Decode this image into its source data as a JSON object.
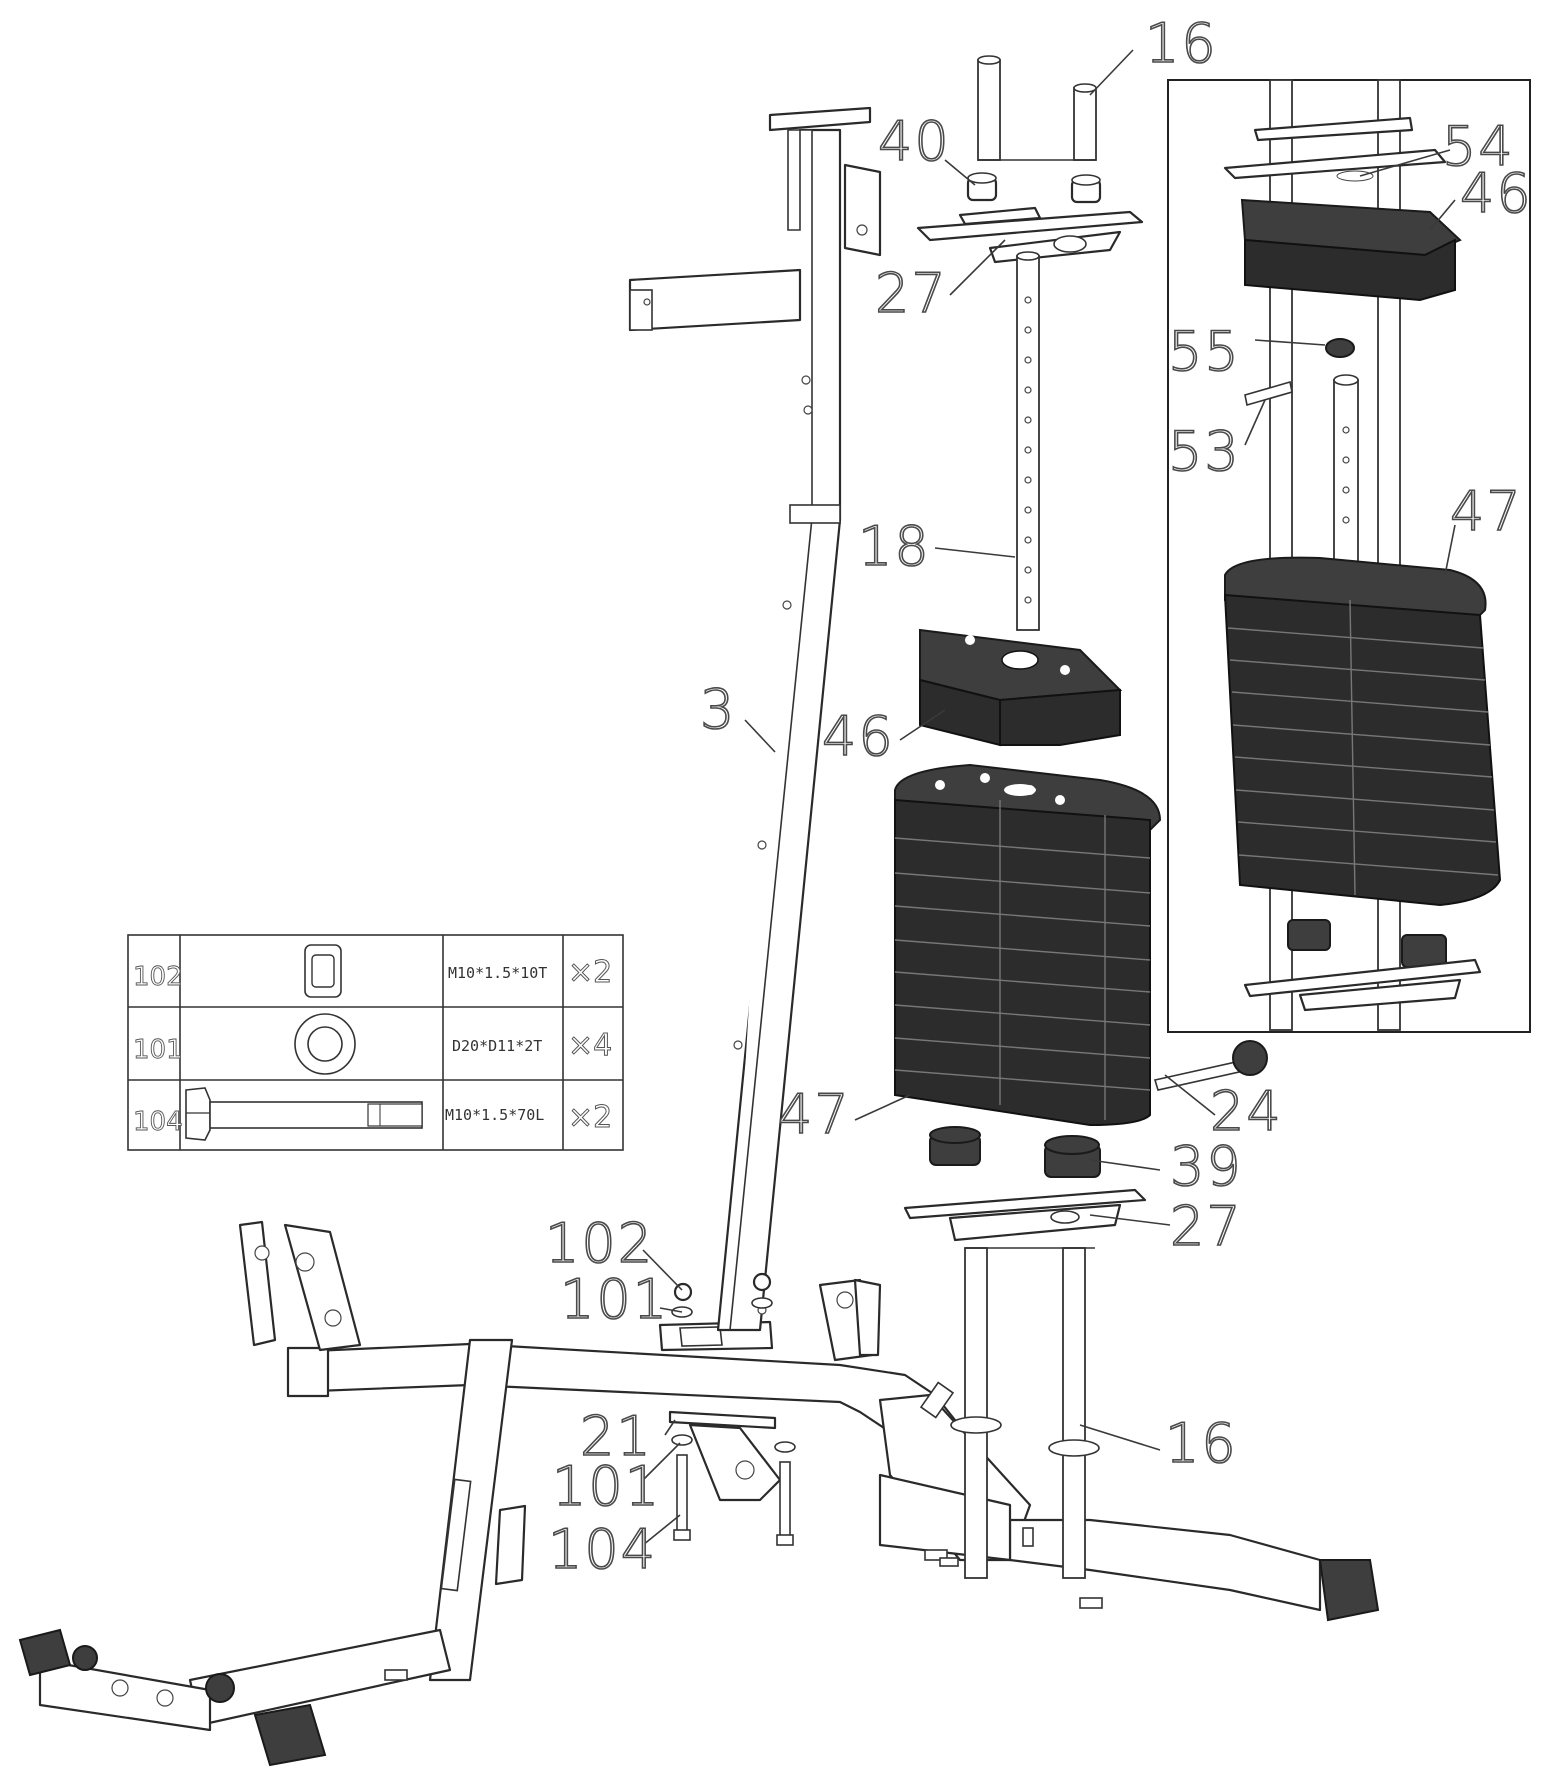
{
  "callouts": {
    "c16_top": "16",
    "c40": "40",
    "c27_top": "27",
    "c18": "18",
    "c3": "3",
    "c46_main": "46",
    "c47_main": "47",
    "c24": "24",
    "c39": "39",
    "c27_bottom": "27",
    "c102": "102",
    "c101_top": "101",
    "c21": "21",
    "c101_bottom": "101",
    "c104": "104",
    "c16_bottom": "16",
    "c54": "54",
    "c46_inset": "46",
    "c55": "55",
    "c53": "53",
    "c47_inset": "47"
  },
  "hardware_table": {
    "rows": [
      {
        "index": "102",
        "spec": "M10*1.5*10T",
        "qty": "×2",
        "icon": "nut-icon"
      },
      {
        "index": "101",
        "spec": "D20*D11*2T",
        "qty": "×4",
        "icon": "washer-icon"
      },
      {
        "index": "104",
        "spec": "M10*1.5*70L",
        "qty": "×2",
        "icon": "bolt-icon"
      }
    ]
  },
  "colors": {
    "weight_plate": "#3e3e3e",
    "line": "#2a2a2a",
    "background": "#ffffff"
  }
}
